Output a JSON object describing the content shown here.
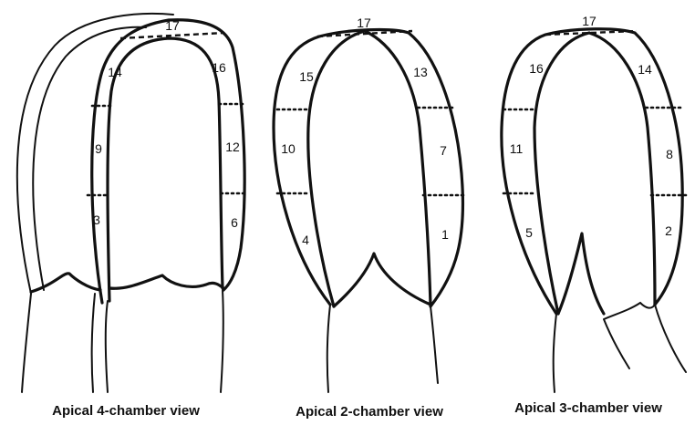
{
  "views": [
    {
      "caption": "Apical 4-chamber view",
      "segments": [
        "17",
        "14",
        "16",
        "9",
        "12",
        "3",
        "6"
      ]
    },
    {
      "caption": "Apical 2-chamber view",
      "segments": [
        "17",
        "15",
        "13",
        "10",
        "7",
        "4",
        "1"
      ]
    },
    {
      "caption": "Apical 3-chamber view",
      "segments": [
        "17",
        "16",
        "14",
        "11",
        "8",
        "5",
        "2"
      ]
    }
  ]
}
